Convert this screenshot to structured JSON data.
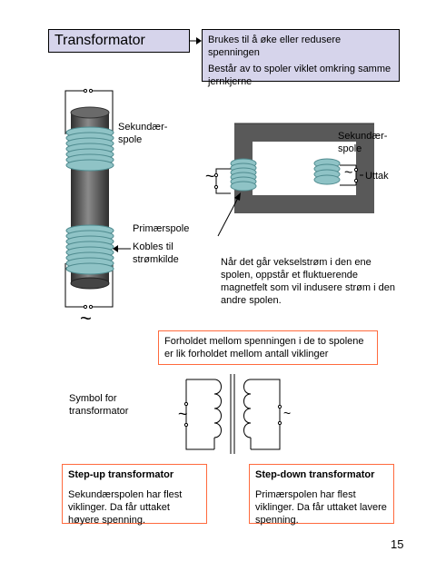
{
  "title": "Transformator",
  "info": {
    "line1": "Brukes til å øke eller redusere spenningen",
    "line2": "Består av to spoler viklet omkring samme jernkjerne"
  },
  "left_diagram": {
    "secondary_coil_label": "Sekundær-spole",
    "primary_coil_label": "Primærspole",
    "power_source_label": "Kobles til strømkilde",
    "ac_symbol": "~"
  },
  "right_diagram": {
    "secondary_coil_label": "Sekundær-spole",
    "output_label": "Uttak",
    "ac_symbol": "~",
    "description": "Når det går vekselstrøm i den ene spolen, oppstår et fluktuerende magnetfelt som vil indusere strøm i den andre spolen."
  },
  "ratio_text": "Forholdet mellom spenningen i de to spolene er lik forholdet mellom antall viklinger",
  "symbol_label": "Symbol for transformator",
  "symbol_ac": "~",
  "step_up": {
    "heading": "Step-up transformator",
    "text": "Sekundærspolen har flest viklinger. Da får uttaket høyere spenning."
  },
  "step_down": {
    "heading": "Step-down transformator",
    "text": "Primærspolen har flest viklinger. Da får uttaket lavere spenning."
  },
  "page_number": "15",
  "colors": {
    "header_fill": "#d6d4eb",
    "highlight_border": "#ff6a3d",
    "coil": "#8fc3c6",
    "core": "#595959"
  }
}
